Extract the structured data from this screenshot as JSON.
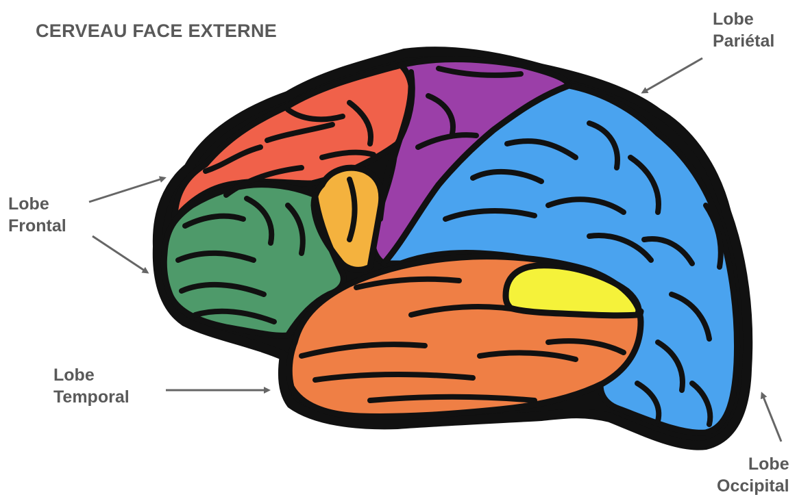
{
  "title": "CERVEAU FACE EXTERNE",
  "labels": {
    "frontal": {
      "line1": "Lobe",
      "line2": "Frontal"
    },
    "temporal": {
      "line1": "Lobe",
      "line2": "Temporal"
    },
    "parietal": {
      "line1": "Lobe",
      "line2": "Pariétal"
    },
    "occipital": {
      "line1": "Lobe",
      "line2": "Occipital"
    }
  },
  "colors": {
    "frontal_upper": "#f0614a",
    "frontal_lower": "#4e9a6a",
    "broca": "#f4b23e",
    "parietal": "#9b3fa8",
    "occipital_parietal": "#4aa3ef",
    "temporal": "#ef7f45",
    "wernicke": "#f5f23a",
    "outline": "#111111",
    "label_text": "#595959",
    "arrow": "#666666"
  }
}
